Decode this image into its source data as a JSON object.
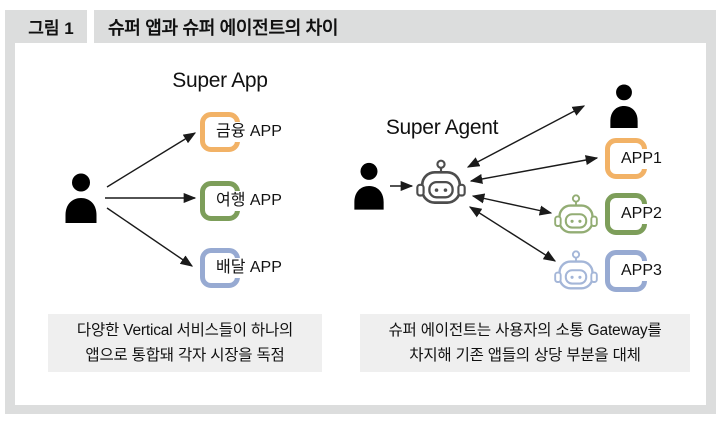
{
  "figure": {
    "label": "그림 1",
    "title": "슈퍼 앱과 슈퍼 에이전트의 차이"
  },
  "super_app": {
    "title": "Super App",
    "apps": [
      {
        "label": "금융 APP",
        "color": "#f2b266"
      },
      {
        "label": "여행 APP",
        "color": "#7d9e5a"
      },
      {
        "label": "배달 APP",
        "color": "#97aad2"
      }
    ],
    "caption": {
      "line1": "다양한 Vertical 서비스들이 하나의",
      "line2": "앱으로 통합돼 각자 시장을 독점"
    }
  },
  "super_agent": {
    "title": "Super Agent",
    "apps": [
      {
        "label": "APP1",
        "color": "#f2b266",
        "has_robot": false
      },
      {
        "label": "APP2",
        "color": "#7d9e5a",
        "has_robot": true
      },
      {
        "label": "APP3",
        "color": "#97aad2",
        "has_robot": true
      }
    ],
    "caption": {
      "line1": "슈퍼 에이전트는 사용자의 소통 Gateway를",
      "line2": "차지해 기존 앱들의 상당 부분을 대체"
    }
  },
  "icons": {
    "user": "user-icon",
    "agent": "robot-icon",
    "app": "app-box-icon",
    "link": "arrow-icon"
  },
  "colors": {
    "frame_gray": "#dcdddd",
    "caption_bg": "#efefef",
    "orange": "#f2b266",
    "green": "#7d9e5a",
    "blue": "#97aad2",
    "agent_robot": "#4d4d4d",
    "app2_robot": "#93ad74",
    "app3_robot": "#a4b6d8",
    "arrow": "#1a1a1a"
  }
}
